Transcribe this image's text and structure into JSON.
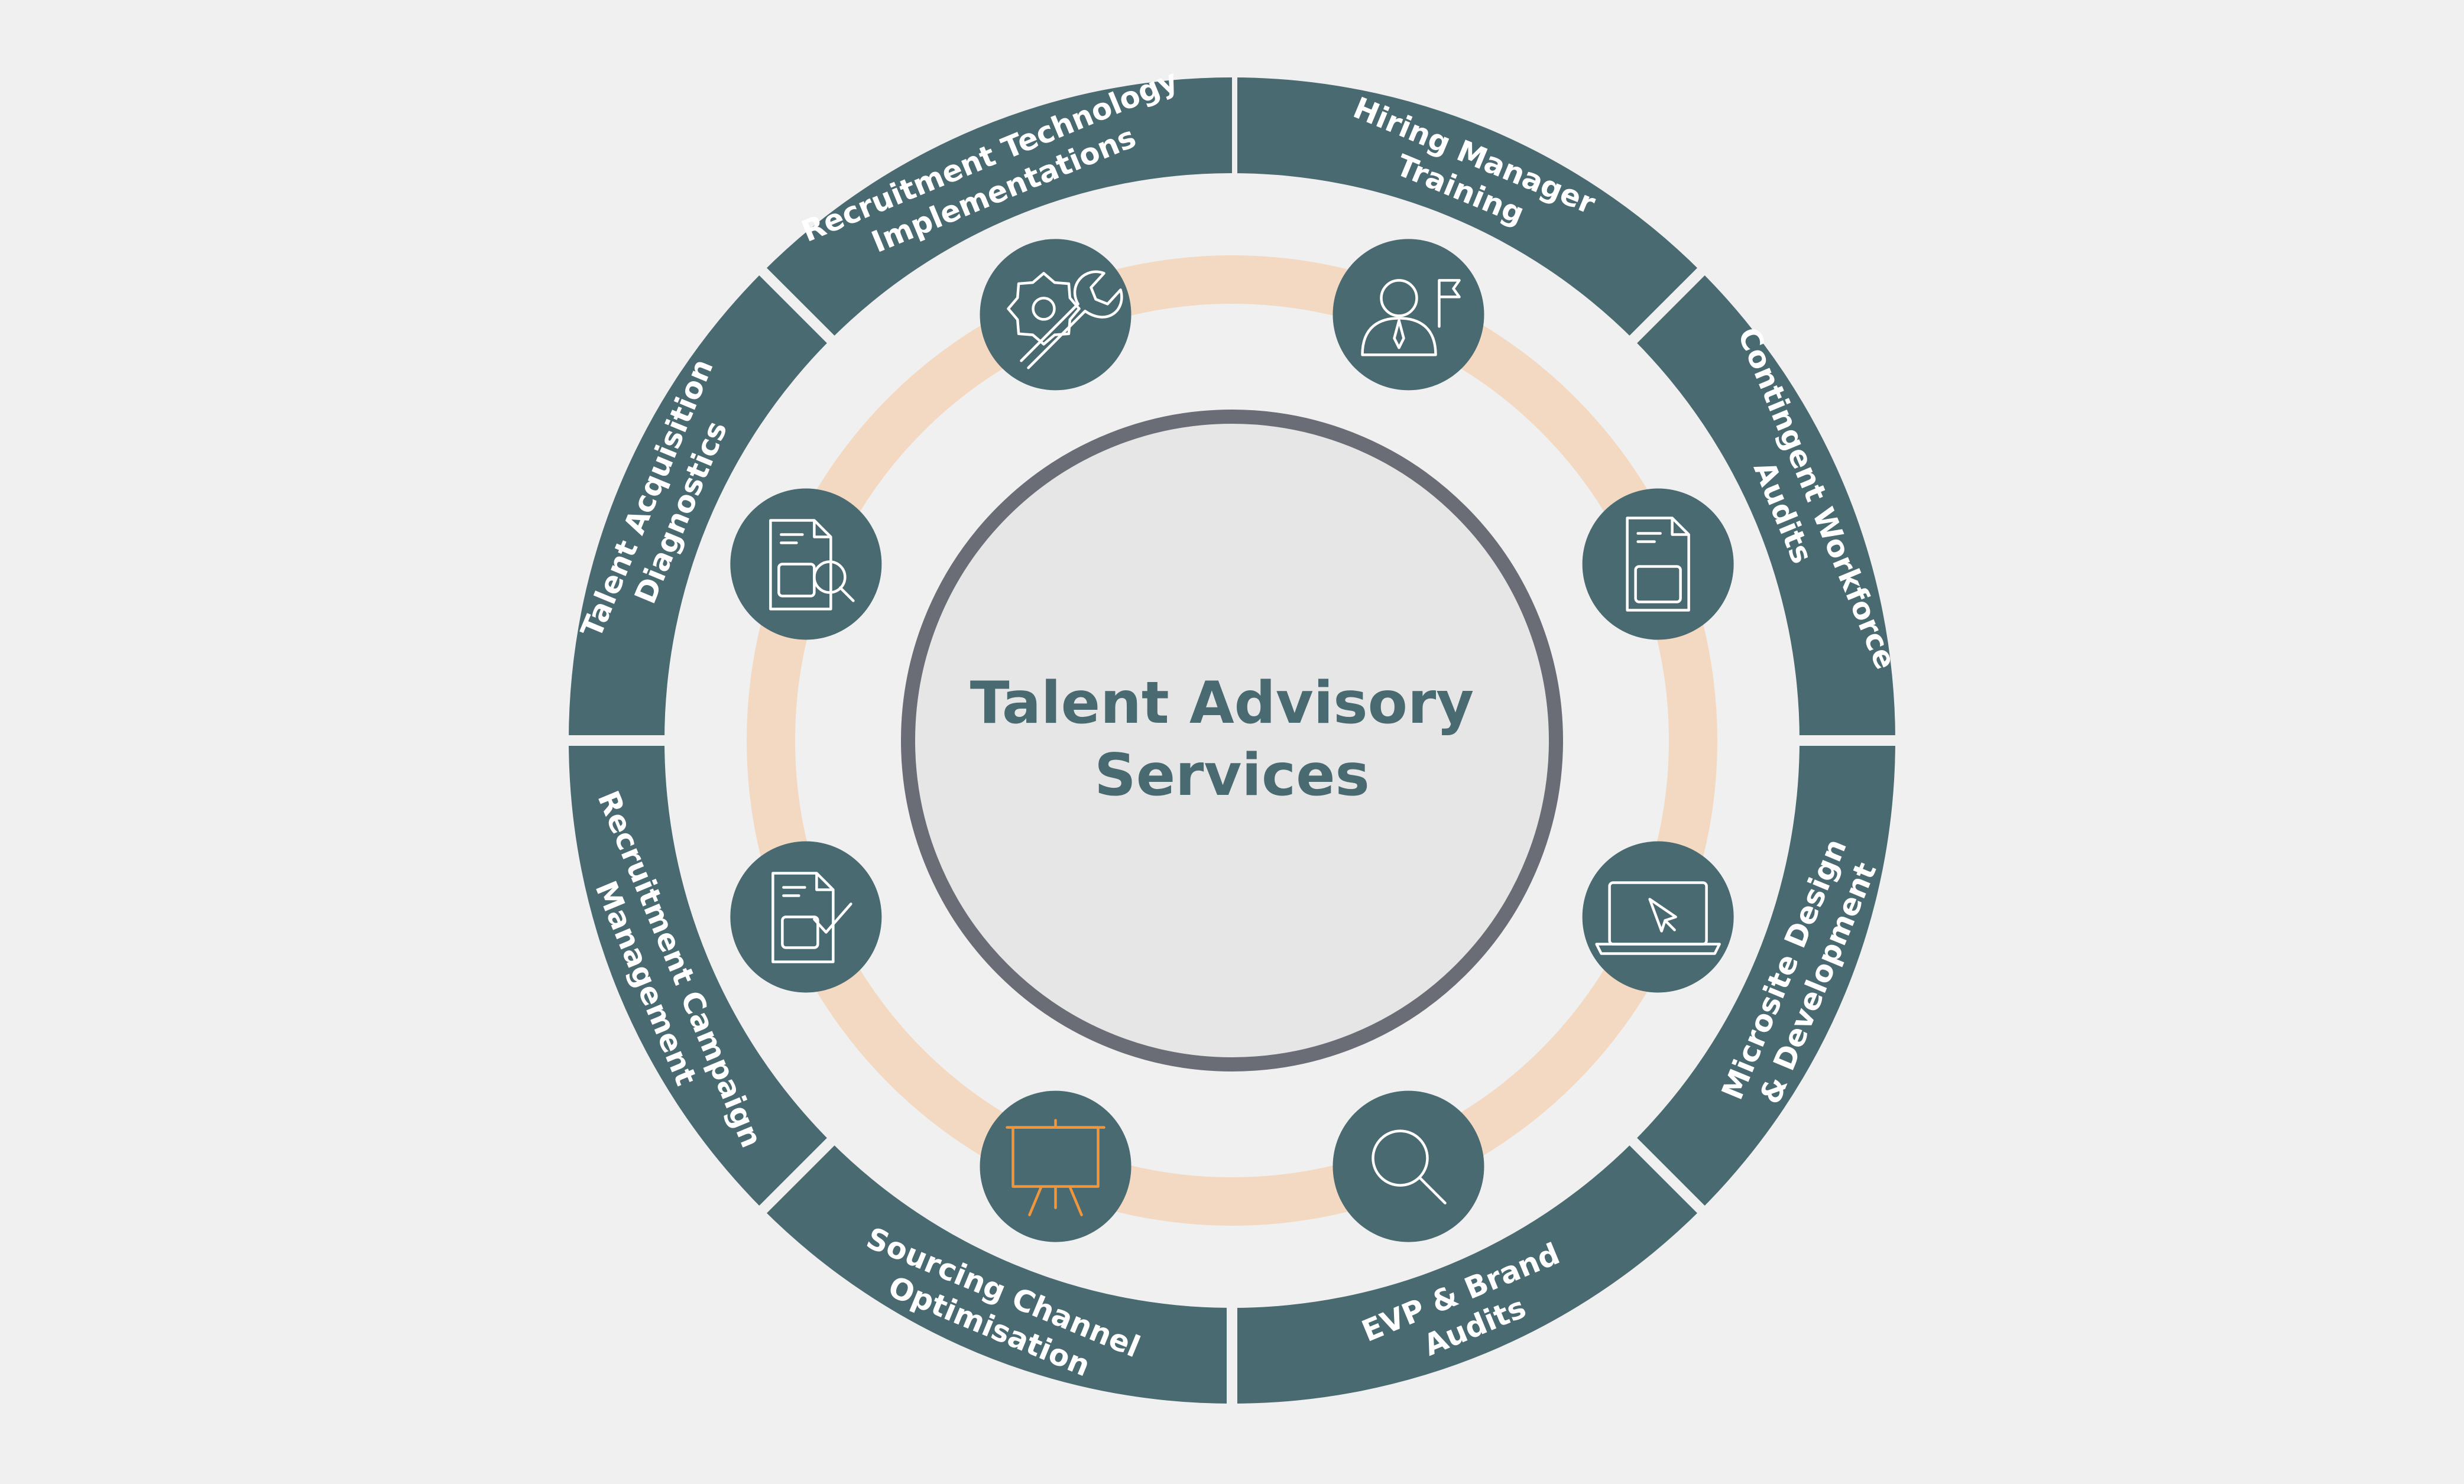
{
  "center": {
    "title_lines": [
      "Talent Advisory",
      "Services"
    ]
  },
  "segments": [
    {
      "name": "hiring-manager-training",
      "lines": [
        "Hiring Manager",
        "Training"
      ],
      "icon": "manager-flag-icon",
      "highlighted": false
    },
    {
      "name": "contingent-workforce-audits",
      "lines": [
        "Contingent Workforce",
        "Audits"
      ],
      "icon": "document-icon",
      "highlighted": false
    },
    {
      "name": "microsite-design-development",
      "lines": [
        "Microsite Design",
        "& Development"
      ],
      "icon": "laptop-cursor-icon",
      "highlighted": false
    },
    {
      "name": "evp-brand-audits",
      "lines": [
        "EVP & Brand",
        "Audits"
      ],
      "icon": "magnifier-icon",
      "highlighted": false
    },
    {
      "name": "sourcing-channel-optimisation",
      "lines": [
        "Sourcing Channel",
        "Optimisation"
      ],
      "icon": "presentation-board-icon",
      "highlighted": true
    },
    {
      "name": "recruitment-campaign-management",
      "lines": [
        "Recruitment Campaign",
        "Management"
      ],
      "icon": "document-check-icon",
      "highlighted": false
    },
    {
      "name": "talent-acquisition-diagnostics",
      "lines": [
        "Talent Acquisition",
        "Diagnostics"
      ],
      "icon": "document-search-icon",
      "highlighted": false
    },
    {
      "name": "recruitment-technology-implementations",
      "lines": [
        "Recruitment Technology",
        "Implementations"
      ],
      "icon": "gear-wrench-icon",
      "highlighted": false
    }
  ],
  "colors": {
    "background": "#f0f0f0",
    "segment_fill": "#496a70",
    "segment_text": "#ffffff",
    "highlight": "#f0963c",
    "track": "#f3d9c2",
    "center_ring": "#6a6d75",
    "center_fill": "#e6e6e6",
    "center_text": "#496a70"
  }
}
